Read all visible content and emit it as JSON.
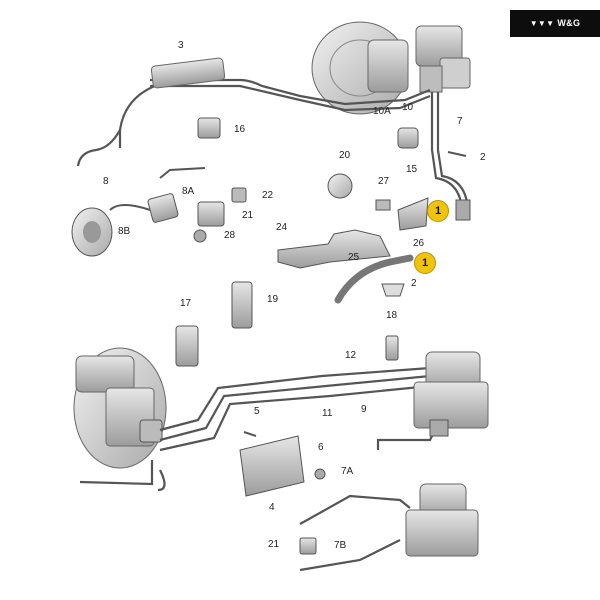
{
  "brand": {
    "logo_text": "W&G",
    "logo_mark": "▼▼▼"
  },
  "labels": {
    "n3": "3",
    "n16": "16",
    "n8": "8",
    "n8a": "8A",
    "n22": "22",
    "n21a": "21",
    "n28": "28",
    "n8b": "8B",
    "n10a": "10A",
    "n10": "10",
    "n7": "7",
    "n2a": "2",
    "n15": "15",
    "n20": "20",
    "n27": "27",
    "n24": "24",
    "n26": "26",
    "n25": "25",
    "n2b": "2",
    "n17": "17",
    "n19": "19",
    "n18": "18",
    "n12": "12",
    "n11": "11",
    "n9": "9",
    "n5": "5",
    "n6": "6",
    "n4": "4",
    "n7a": "7A",
    "n21b": "21",
    "n7b": "7B"
  },
  "callouts": {
    "c1": "1",
    "c2": "1"
  },
  "colors": {
    "callout": "#f0c40c",
    "line": "#555555",
    "part": "#c9c9c9"
  }
}
